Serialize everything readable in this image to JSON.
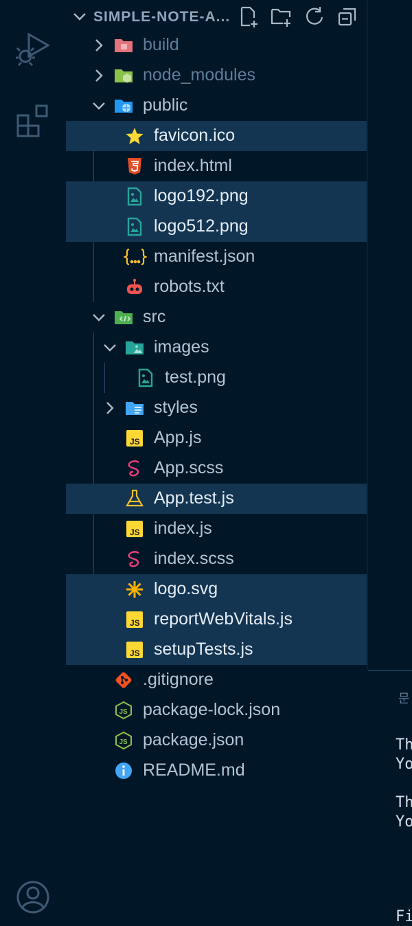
{
  "explorer": {
    "title": "SIMPLE-NOTE-A...",
    "tree": [
      {
        "label": "build",
        "kind": "folder",
        "expanded": false
      },
      {
        "label": "node_modules",
        "kind": "folder",
        "expanded": false
      },
      {
        "label": "public",
        "kind": "folder",
        "expanded": true
      },
      {
        "label": "favicon.ico",
        "kind": "file"
      },
      {
        "label": "index.html",
        "kind": "file"
      },
      {
        "label": "logo192.png",
        "kind": "file"
      },
      {
        "label": "logo512.png",
        "kind": "file"
      },
      {
        "label": "manifest.json",
        "kind": "file"
      },
      {
        "label": "robots.txt",
        "kind": "file"
      },
      {
        "label": "src",
        "kind": "folder",
        "expanded": true
      },
      {
        "label": "images",
        "kind": "folder",
        "expanded": true
      },
      {
        "label": "test.png",
        "kind": "file"
      },
      {
        "label": "styles",
        "kind": "folder",
        "expanded": false
      },
      {
        "label": "App.js",
        "kind": "file"
      },
      {
        "label": "App.scss",
        "kind": "file"
      },
      {
        "label": "App.test.js",
        "kind": "file"
      },
      {
        "label": "index.js",
        "kind": "file"
      },
      {
        "label": "index.scss",
        "kind": "file"
      },
      {
        "label": "logo.svg",
        "kind": "file"
      },
      {
        "label": "reportWebVitals.js",
        "kind": "file"
      },
      {
        "label": "setupTests.js",
        "kind": "file"
      },
      {
        "label": ".gitignore",
        "kind": "file"
      },
      {
        "label": "package-lock.json",
        "kind": "file"
      },
      {
        "label": "package.json",
        "kind": "file"
      },
      {
        "label": "README.md",
        "kind": "file"
      }
    ]
  },
  "editor": {
    "tab_label": "문",
    "lines": [
      "Th",
      "Yo",
      "Th",
      "Yo",
      "Fi"
    ]
  },
  "icons": {
    "activity_bar": [
      "run-debug-icon",
      "extensions-icon",
      "account-icon"
    ],
    "header_actions": [
      "new-file-icon",
      "new-folder-icon",
      "refresh-icon",
      "collapse-all-icon"
    ]
  },
  "colors": {
    "background": "#011627",
    "selection": "#133552",
    "text": "#b2c4d6",
    "dim_text": "#5f7e97"
  }
}
